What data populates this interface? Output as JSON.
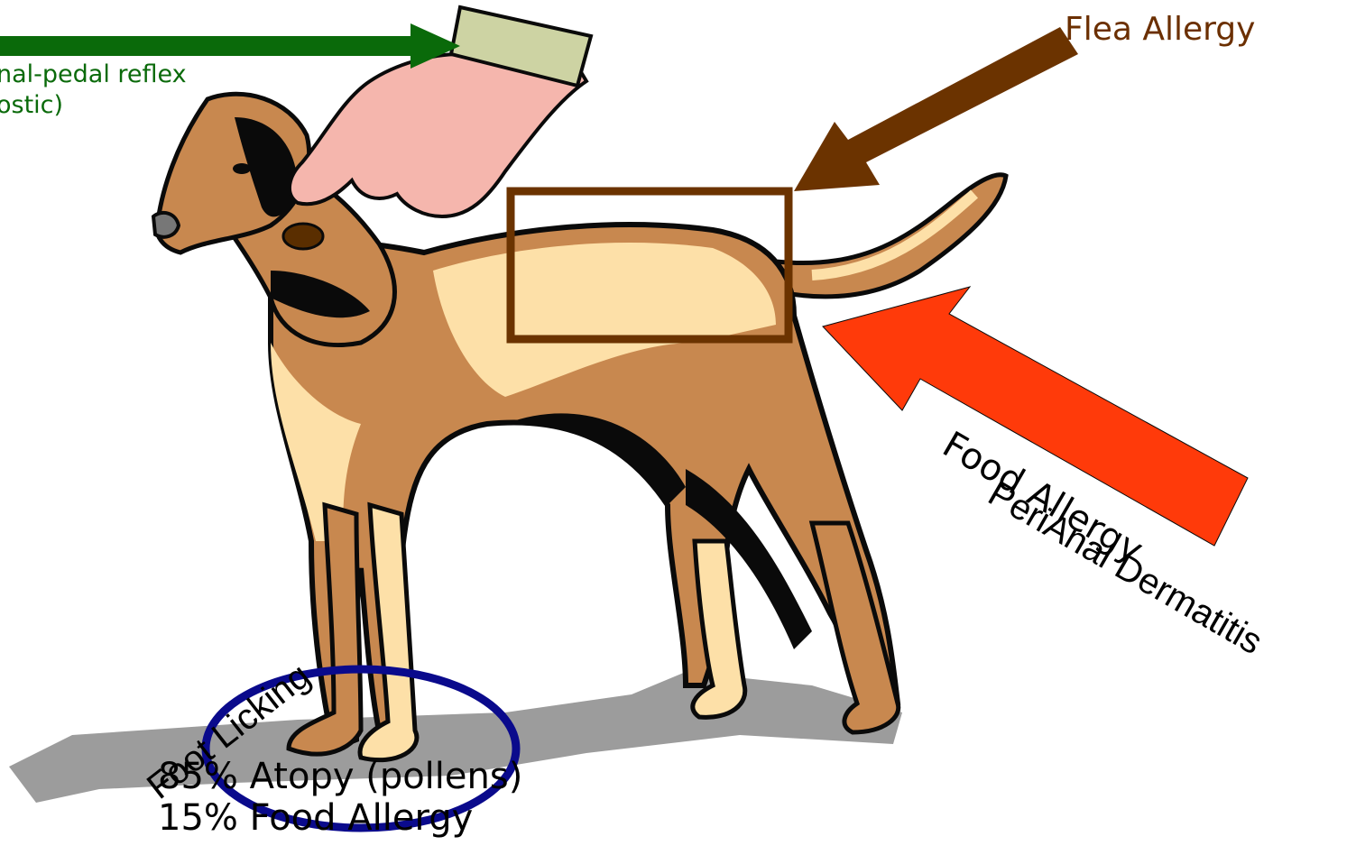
{
  "labels": {
    "pinnal_line1": "nal-pedal reflex",
    "pinnal_line2": "ostic)",
    "flea_allergy": "Flea Allergy",
    "food_allergy": "Food Allergy",
    "perianal": "PeriAnal Dermatitis",
    "foot_licking": "Foot Licking",
    "atopy": "85% Atopy (pollens)",
    "food_pct": "15% Food Allergy"
  },
  "colors": {
    "green_arrow": "#0a6a0a",
    "brown_arrow": "#6b3300",
    "red_arrow": "#ff3a0a",
    "blue_ellipse": "#0a0a8c",
    "dog_fur": "#c8884f",
    "dog_light": "#fde0a8",
    "dog_dark": "#0a0a0a",
    "shadow": "#9a9a9a"
  },
  "icons": [
    "dog-illustration",
    "hand-icon",
    "green-arrow",
    "brown-arrow",
    "red-arrow",
    "rectangle-highlight",
    "ellipse-highlight"
  ]
}
